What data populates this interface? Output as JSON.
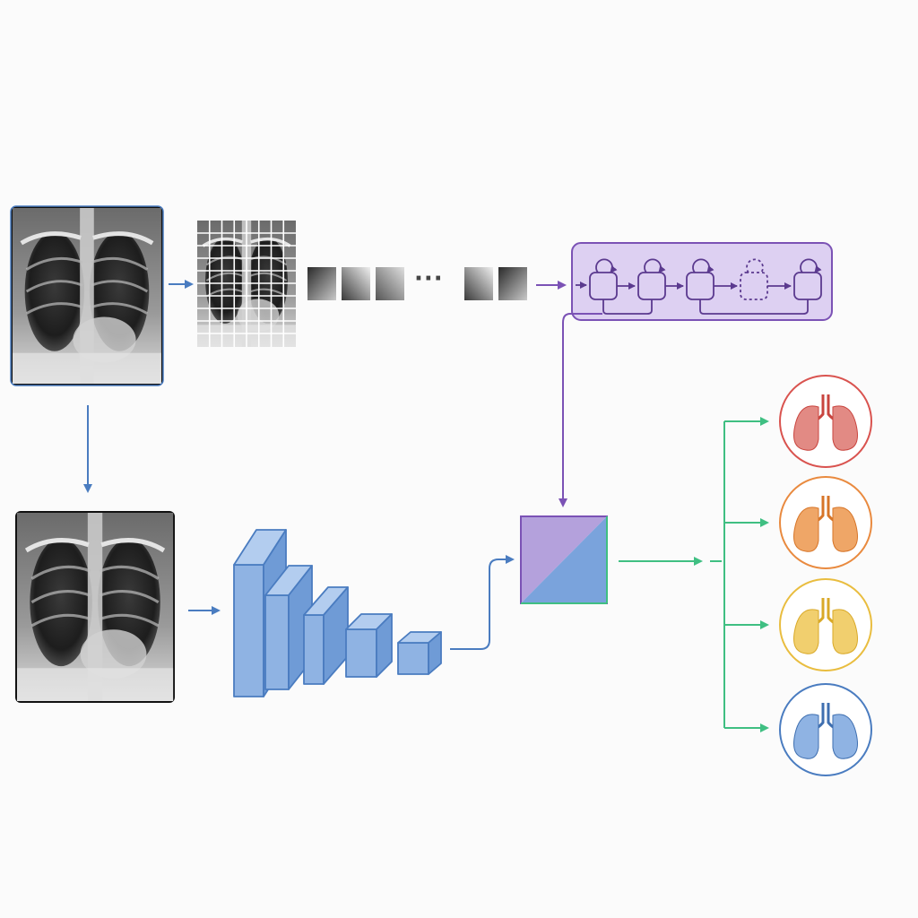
{
  "diagram": {
    "colors": {
      "blue": "#4a7cc0",
      "blue_fill": "#8fb3e3",
      "purple": "#7b52b5",
      "purple_fill": "#ddd0f2",
      "green": "#3fbf82",
      "output_red": "#d9534f",
      "output_orange": "#e98a3f",
      "output_yellow": "#e9bd3f",
      "output_blue": "#4a7cc0"
    },
    "patch_ellipsis": "···",
    "nodes": [
      {
        "id": "input-xray",
        "kind": "chest-x-ray-image"
      },
      {
        "id": "patch-grid",
        "kind": "x-ray-split-into-grid-of-patches"
      },
      {
        "id": "patch-sequence",
        "kind": "sequence-of-image-patches"
      },
      {
        "id": "recurrent-module",
        "kind": "chain-of-recurrent-cells",
        "cell_count": 5
      },
      {
        "id": "resized-xray",
        "kind": "chest-x-ray-image"
      },
      {
        "id": "cnn-stack",
        "kind": "stack-of-shrinking-feature-blocks",
        "block_count": 5
      },
      {
        "id": "fusion-block",
        "kind": "square-split-purple-blue"
      },
      {
        "id": "output-lungs",
        "kind": "four-lung-icons",
        "icon_colors": [
          "red",
          "orange",
          "yellow",
          "blue"
        ]
      }
    ]
  }
}
